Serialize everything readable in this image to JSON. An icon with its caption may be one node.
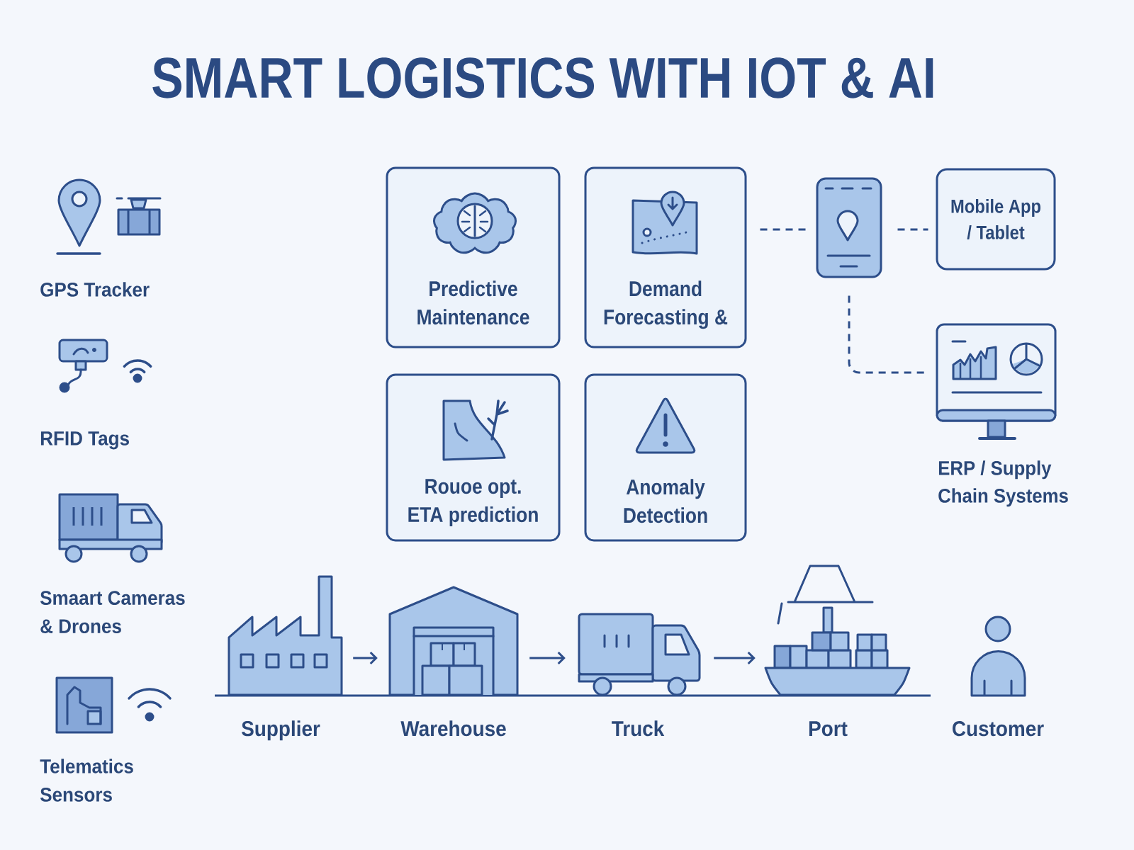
{
  "diagram": {
    "title": "SMART LOGISTICS WITH IOT & AI",
    "nodes": [
      {
        "text": [
          "Predictive Maintenance"
        ]
      },
      {
        "text": [
          "Demand Forecasting &"
        ]
      },
      {
        "text": [
          "Rouoe opt. ETA prediction"
        ]
      },
      {
        "text": [
          "Anomaly Detection"
        ]
      },
      {
        "text": [],
        "shape": "picture"
      },
      {
        "text": [
          "Mobile App / Tablet"
        ]
      },
      {
        "text": [
          "ERP / Supply Chain Systems"
        ]
      },
      {
        "text": [
          "Supplier"
        ]
      },
      {
        "text": [
          "Warehouse"
        ]
      },
      {
        "text": [
          "Truck"
        ]
      },
      {
        "text": [
          "Port"
        ]
      },
      {
        "text": [
          "Customer"
        ]
      }
    ],
    "edges": [
      {
        "from": 1,
        "to": 4,
        "arrow": "none",
        "style": "dashed"
      },
      {
        "from": 4,
        "to": 5,
        "arrow": "none",
        "style": "dashed"
      },
      {
        "from": 4,
        "to": 6,
        "arrow": "none",
        "style": "dashed"
      },
      {
        "from": 7,
        "to": 8,
        "arrow": "to"
      },
      {
        "from": 8,
        "to": 9,
        "arrow": "to"
      },
      {
        "from": 9,
        "to": 10,
        "arrow": "to"
      }
    ],
    "labels": [
      "GPS Tracker",
      "RFID Tags",
      "Smaart Cameras & Drones",
      "Telematics Sensors"
    ]
  }
}
